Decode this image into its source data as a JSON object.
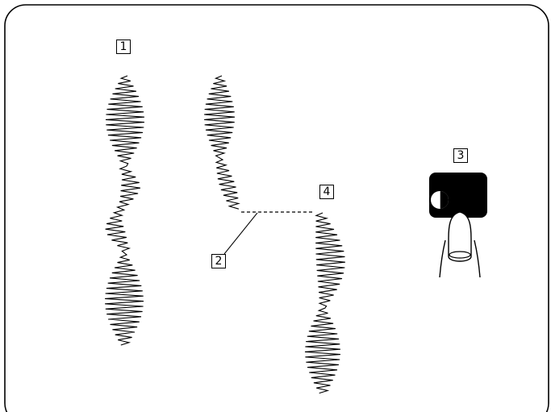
{
  "callouts": {
    "c1": "1",
    "c2": "2",
    "c3": "3",
    "c4": "4"
  },
  "colors": {
    "line": "#000000",
    "button_body": "#000000",
    "background": "#ffffff"
  },
  "icons": {
    "button": "reverse-stitch-button-icon",
    "finger": "finger-press-icon"
  }
}
